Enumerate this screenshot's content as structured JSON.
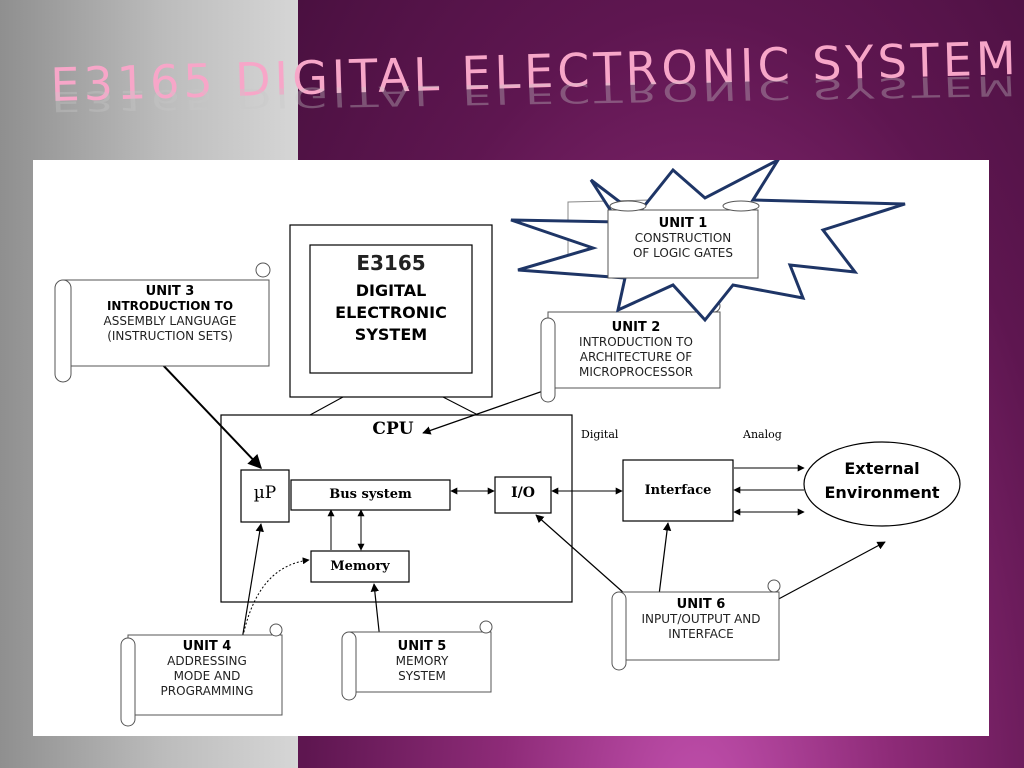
{
  "slide": {
    "title": "E3165 DIGITAL ELECTRONIC SYSTEM"
  },
  "monitor": {
    "lines": [
      "E3165",
      "DIGITAL",
      "ELECTRONIC",
      "SYSTEM"
    ]
  },
  "cpu": {
    "label": "CPU",
    "micro_label": "µP",
    "bus_label": "Bus system",
    "memory_label": "Memory",
    "io_label": "I/O"
  },
  "interface_label": "Interface",
  "external_label_1": "External",
  "external_label_2": "Environment",
  "signal_labels": {
    "digital": "Digital",
    "analog": "Analog"
  },
  "units": {
    "unit1": {
      "heading": "UNIT 1",
      "lines": [
        "CONSTRUCTION",
        "OF LOGIC GATES"
      ]
    },
    "unit2": {
      "heading": "UNIT 2",
      "lines": [
        "INTRODUCTION TO",
        "ARCHITECTURE OF",
        "MICROPROCESSOR"
      ]
    },
    "unit3": {
      "heading": "UNIT 3",
      "lines": [
        "INTRODUCTION TO",
        "ASSEMBLY LANGUAGE",
        "(INSTRUCTION  SETS)"
      ]
    },
    "unit4": {
      "heading": "UNIT  4",
      "lines": [
        "ADDRESSING",
        "MODE AND",
        "PROGRAMMING"
      ]
    },
    "unit5": {
      "heading": "UNIT  5",
      "lines": [
        "MEMORY",
        "SYSTEM"
      ]
    },
    "unit6": {
      "heading": "UNIT  6",
      "lines": [
        "INPUT/OUTPUT AND",
        "INTERFACE"
      ]
    }
  },
  "colors": {
    "title": "#f7a6c8",
    "burst_stroke": "#1e3566",
    "purple_bg": "#6a1a5c"
  }
}
